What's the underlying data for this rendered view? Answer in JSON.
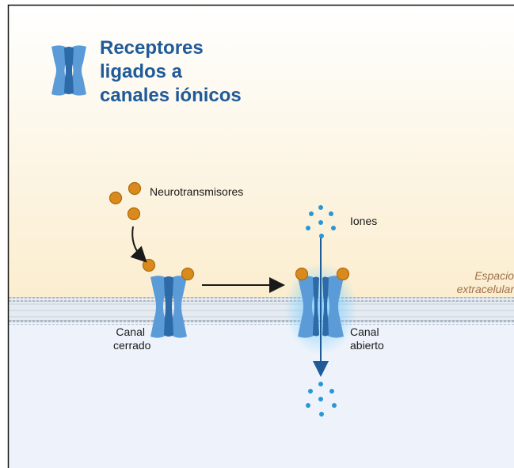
{
  "title": {
    "line1": "Receptores",
    "line2": "ligados a",
    "line3": "canales iónicos"
  },
  "labels": {
    "neurotransmitters": "Neurotransmisores",
    "ions": "Iones",
    "closed_channel_line1": "Canal",
    "closed_channel_line2": "cerrado",
    "open_channel_line1": "Canal",
    "open_channel_line2": "abierto",
    "extracellular_line1": "Espacio",
    "extracellular_line2": "extracelular"
  },
  "colors": {
    "title": "#1f5a99",
    "channel": "#5b9bd8",
    "channel_dark": "#2d6aa8",
    "ligand": "#d98a1c",
    "ion": "#2a97d4",
    "membrane": "#b9c3ce",
    "extracellular_top": "#fdf8ea",
    "extracellular_bottom": "#fbeed0",
    "intracellular": "#eef3fb",
    "extracellular_label": "#a0704a"
  }
}
